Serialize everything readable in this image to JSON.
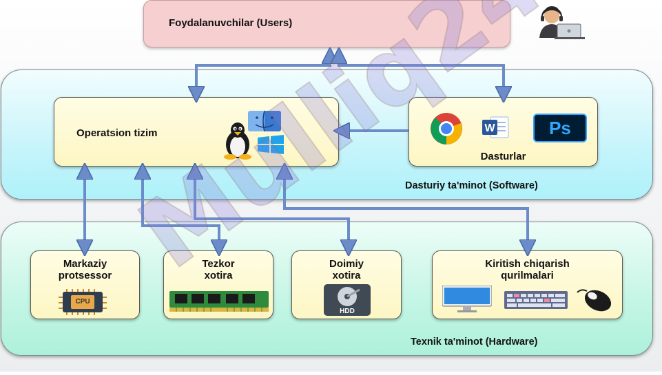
{
  "users": {
    "label": "Foydalanuvchilar (Users)"
  },
  "software": {
    "panel_label": "Dasturiy ta'minot (Software)",
    "os_label": "Operatsion tizim",
    "apps_label": "Dasturlar",
    "ps_text": "Ps"
  },
  "hardware": {
    "panel_label": "Texnik ta'minot (Hardware)",
    "cpu_line1": "Markaziy",
    "cpu_line2": "protsessor",
    "cpu_chip_text": "CPU",
    "ram_line1": "Tezkor",
    "ram_line2": "xotira",
    "hdd_line1": "Doimiy",
    "hdd_line2": "xotira",
    "hdd_text": "HDD",
    "io_line1": "Kiritish chiqarish",
    "io_line2": "qurilmalari"
  },
  "watermark": {
    "text": "Mulliq24"
  },
  "colors": {
    "arrow": "#6b8cc9",
    "arrow_outline": "#4a6aa8",
    "users_fill": "#f6cfd1",
    "box_fill": "#fdf6c4",
    "software_fill": "#c7f4fb",
    "hardware_fill": "#c7f6e6",
    "watermark_violet": "#8a7fd6",
    "watermark_brown": "#8b6a5a"
  },
  "icons": [
    "user-at-laptop-icon",
    "linux-tux-icon",
    "macos-finder-icon",
    "windows-icon",
    "chrome-icon",
    "word-icon",
    "photoshop-icon",
    "cpu-chip-icon",
    "ram-module-icon",
    "hdd-icon",
    "monitor-icon",
    "keyboard-icon",
    "mouse-icon"
  ]
}
